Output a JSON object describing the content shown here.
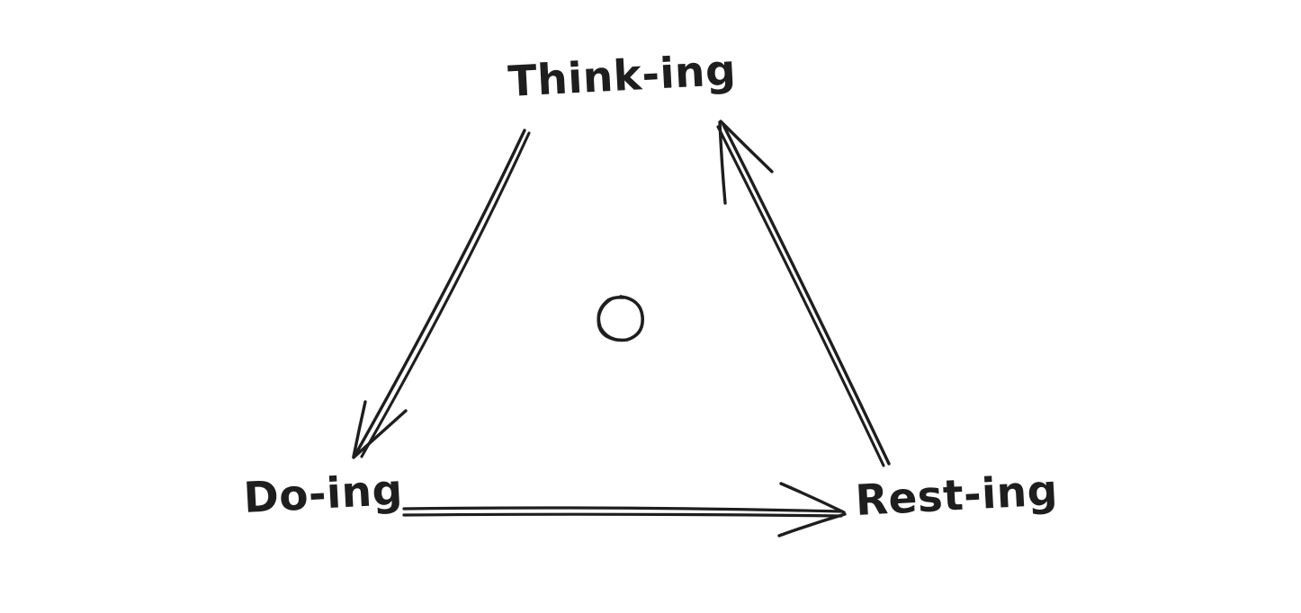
{
  "diagram": {
    "type": "cycle-triangle",
    "title_visible": false,
    "background_color": "#ffffff",
    "ink_color": "#1e1e1e",
    "style": "hand-drawn-sketch",
    "nodes": [
      {
        "id": "think",
        "label": "Think-ing",
        "position": "top-center"
      },
      {
        "id": "do",
        "label": "Do-ing",
        "position": "bottom-left"
      },
      {
        "id": "rest",
        "label": "Rest-ing",
        "position": "bottom-right"
      }
    ],
    "edges": [
      {
        "from": "think",
        "to": "do",
        "arrowhead": "open-double-barb",
        "direction": "down-left"
      },
      {
        "from": "do",
        "to": "rest",
        "arrowhead": "open-double-barb",
        "direction": "right"
      },
      {
        "from": "rest",
        "to": "think",
        "arrowhead": "open-double-barb",
        "direction": "up-left"
      }
    ],
    "center_mark": {
      "name": "center-circle",
      "shape": "circle",
      "filled": false
    }
  }
}
